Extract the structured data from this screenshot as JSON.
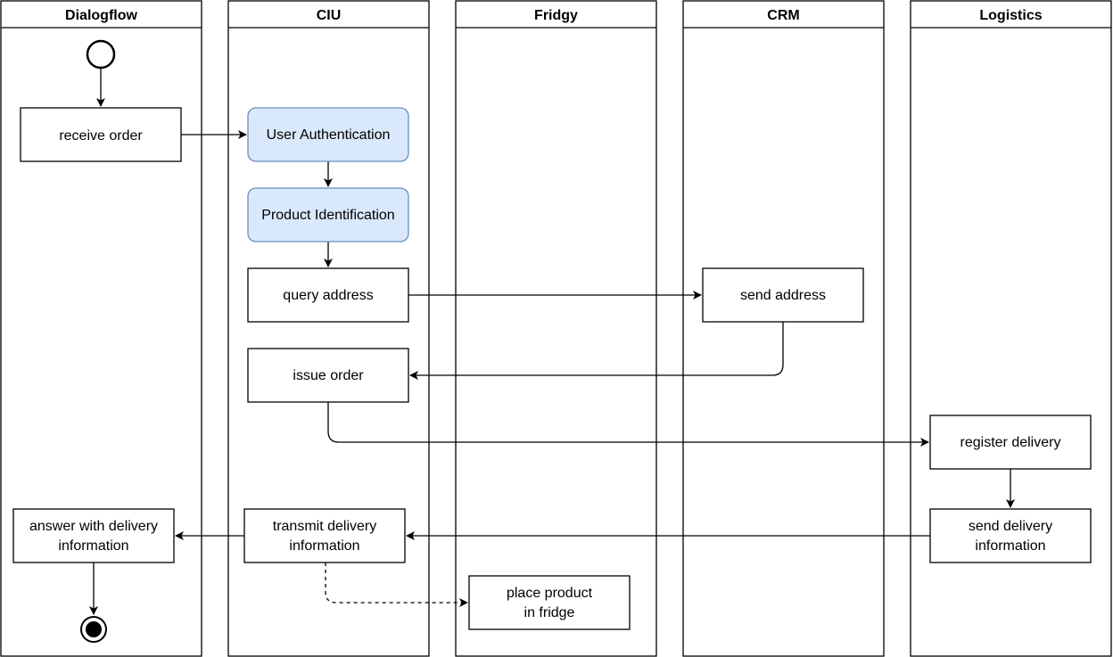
{
  "lanes": [
    {
      "title": "Dialogflow"
    },
    {
      "title": "CIU"
    },
    {
      "title": "Fridgy"
    },
    {
      "title": "CRM"
    },
    {
      "title": "Logistics"
    }
  ],
  "nodes": {
    "receive_order": {
      "line1": "receive order"
    },
    "user_authentication": {
      "line1": "User Authentication"
    },
    "product_identification": {
      "line1": "Product Identification"
    },
    "query_address": {
      "line1": "query address"
    },
    "send_address": {
      "line1": "send address"
    },
    "issue_order": {
      "line1": "issue order"
    },
    "register_delivery": {
      "line1": "register delivery"
    },
    "send_delivery_information": {
      "line1": "send delivery",
      "line2": "information"
    },
    "transmit_delivery_information": {
      "line1": "transmit delivery",
      "line2": "information"
    },
    "answer_with_delivery_information": {
      "line1": "answer with delivery",
      "line2": "information"
    },
    "place_product_in_fridge": {
      "line1": "place product",
      "line2": "in fridge"
    }
  },
  "colors": {
    "highlight_fill": "#dae8fc",
    "highlight_stroke": "#6c8ebf",
    "stroke": "#000000",
    "background": "#ffffff"
  }
}
